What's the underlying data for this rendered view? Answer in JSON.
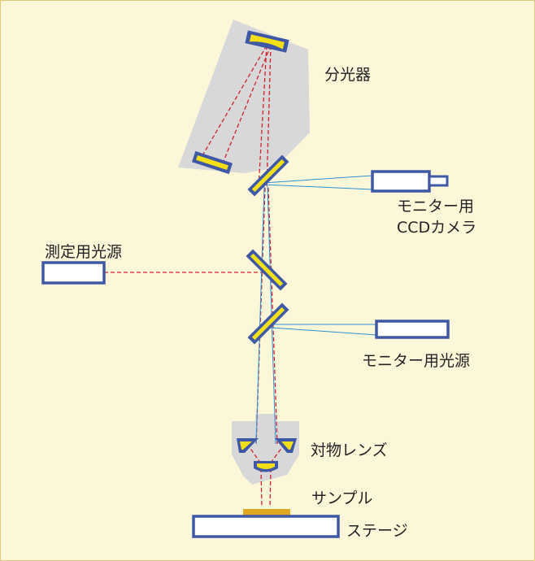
{
  "labels": {
    "spectrometer": "分光器",
    "monitor_ccd_line1": "モニター用",
    "monitor_ccd_line2": "CCDカメラ",
    "measurement_light_source": "測定用光源",
    "monitor_light_source": "モニター用光源",
    "objective_lens": "対物レンズ",
    "sample": "サンプル",
    "stage": "ステージ"
  },
  "colors": {
    "background": "#fdf7d9",
    "frame": "#e2c77a",
    "housing_gray": "#d8d8d8",
    "component_outline": "#3f58a6",
    "mirror_fill": "#f2df16",
    "measurement_beam": "#d1202c",
    "monitor_beam": "#2e8fd1",
    "sample": "#e0a81e",
    "box_fill": "#ffffff"
  }
}
